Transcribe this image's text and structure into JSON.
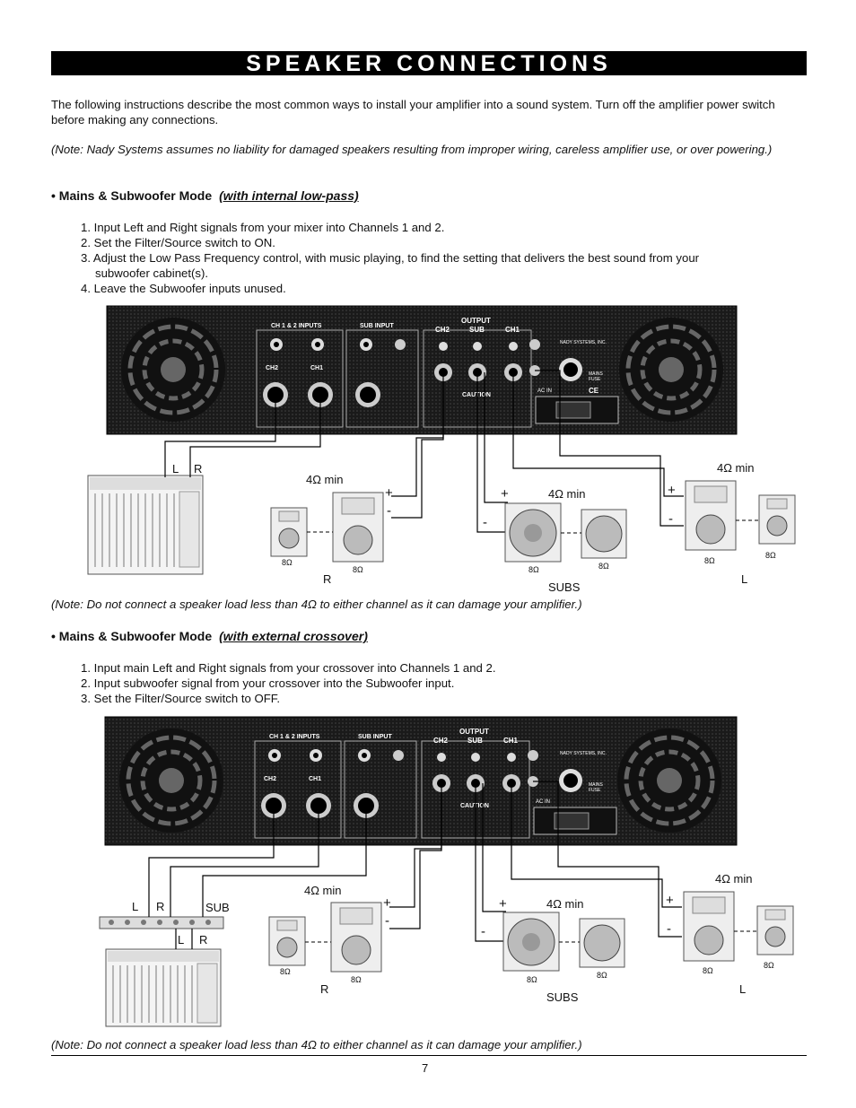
{
  "title": "SPEAKER CONNECTIONS",
  "intro": "The following instructions describe the most common ways to install your amplifier into a sound system.  Turn off the amplifier power switch before making any connections.",
  "liability_note": "(Note: Nady Systems assumes no liability for damaged speakers resulting from improper wiring, careless amplifier use, or over powering.)",
  "section1": {
    "heading": "• Mains & Subwoofer Mode",
    "subheading": "(with internal low-pass)",
    "steps": [
      "1. Input Left and Right signals from your mixer into Channels 1 and 2.",
      "2. Set the Filter/Source switch to ON.",
      "3. Adjust the Low Pass Frequency control, with music playing, to find the setting that delivers the best sound from your",
      "subwoofer cabinet(s).",
      "4. Leave the Subwoofer inputs unused."
    ],
    "note": "(Note: Do not connect a speaker load less than 4Ω to either channel as it can damage your amplifier.)"
  },
  "section2": {
    "heading": "• Mains & Subwoofer Mode",
    "subheading": "(with external crossover)",
    "steps": [
      "1. Input main Left and Right signals from your crossover into Channels 1 and 2.",
      "2. Input subwoofer signal from your crossover into the Subwoofer input.",
      "3. Set the Filter/Source switch to OFF."
    ],
    "note": "(Note: Do not connect a speaker load less than 4Ω to either channel as it can damage your amplifier.)"
  },
  "amp_panel": {
    "inputs_label": "CH 1 & 2 INPUTS",
    "sub_input_label": "SUB INPUT",
    "output_label": "OUTPUT",
    "ch2": "CH2",
    "sub": "SUB",
    "ch1": "CH1",
    "brand": "NADY SYSTEMS, INC.",
    "caution": "CAUTION",
    "ac_in": "AC IN",
    "mains_fuse": "MAINS FUSE",
    "ce": "CE"
  },
  "diagram_labels": {
    "L": "L",
    "R": "R",
    "SUB": "SUB",
    "SUBS": "SUBS",
    "min4": "4Ω min",
    "ohm8": "8Ω",
    "plus": "+",
    "minus": "-"
  },
  "page_number": "7"
}
